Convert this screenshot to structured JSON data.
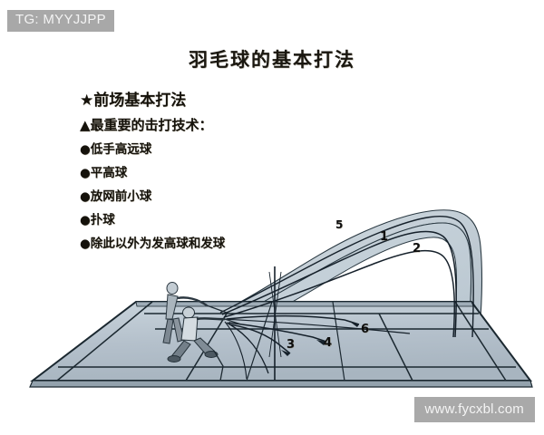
{
  "badge": {
    "label": "TG: MYYJJPP"
  },
  "watermark": {
    "label": "www.fycxbl.com"
  },
  "title": "羽毛球的基本打法",
  "content": {
    "section_heading": "★前场基本打法",
    "subsection_heading": "▲最重要的击打技术：",
    "bullets": [
      "●低手高远球",
      "●平高球",
      "●放网前小球",
      "●扑球",
      "●除此以外为发高球和发球"
    ]
  },
  "diagram": {
    "name": "badminton-court-shot-trajectories",
    "trajectory_labels": [
      "1",
      "2",
      "3",
      "4",
      "5",
      "6"
    ],
    "player_label": "badminton-player-figure"
  },
  "colors": {
    "court_fill": "#b6c2cc",
    "court_fill_light": "#c6d2da",
    "court_line": "#1b2830",
    "envelope_fill": "#c3ced6",
    "trajectory": "#15202a",
    "badge_bg": "#a8a8a8",
    "badge_text": "#f3f3f3",
    "title_text": "#1a1710",
    "page_bg": "#ffffff"
  }
}
